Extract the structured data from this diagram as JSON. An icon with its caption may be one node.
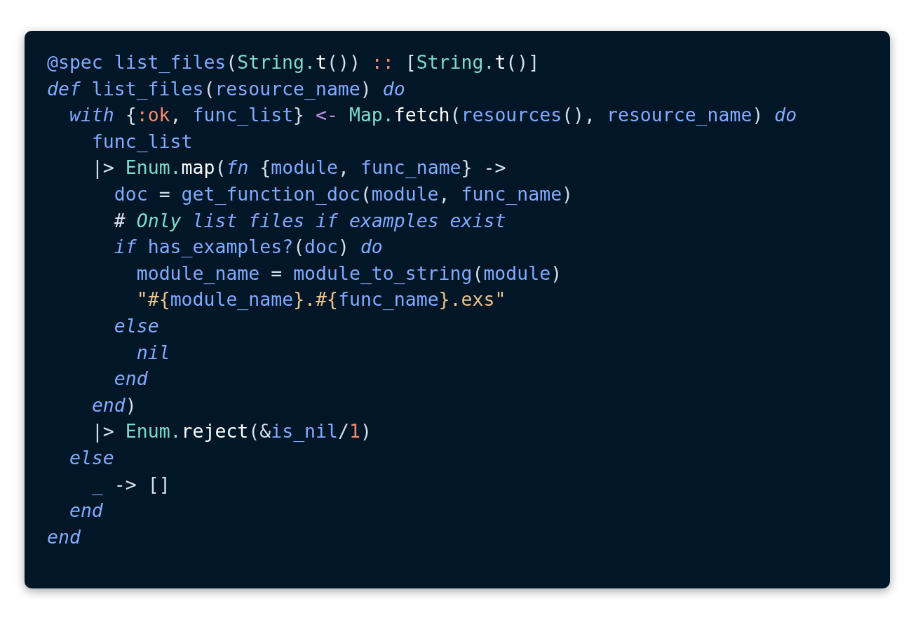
{
  "diagram": {
    "labels": [
      "@spec list_files(String.t()) :: [String.t()]",
      "*def* list_files(resource_name) *do*",
      "  *with* {:ok, func_list} <- Map.fetch(resources(), resource_name) *do*",
      "    func_list",
      "    |> Enum.map(*fn* {module, func_name} ->",
      "      doc = get_function_doc(module, func_name)",
      "      *# Only list files if examples exist*",
      "      *if* has_examples?(doc) *do*",
      "        module_name = module_to_string(module)",
      "        \"#{module_name}.#{func_name}.exs\"",
      "      *else*",
      "        *nil*",
      "      *end*",
      "    *end*)",
      "    |> Enum.reject(&is_nil/1)",
      "  *else*",
      "    _ -> []",
      "  *end*",
      "*end*"
    ]
  }
}
